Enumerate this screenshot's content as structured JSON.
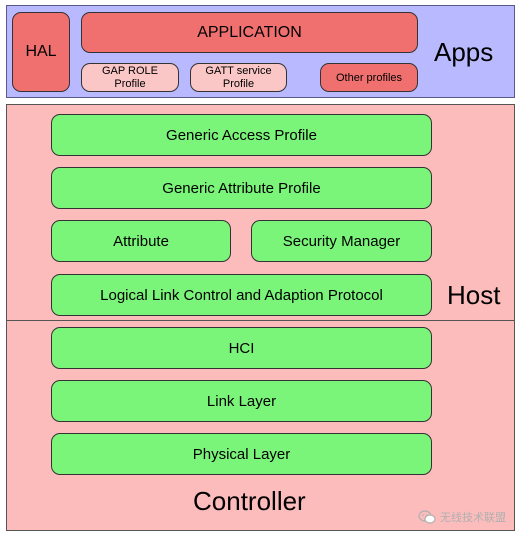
{
  "apps": {
    "label": "Apps",
    "hal": "HAL",
    "application": "APPLICATION",
    "gap_role_profile": "GAP ROLE\nProfile",
    "gatt_service_profile": "GATT service\nProfile",
    "other_profiles": "Other profiles"
  },
  "host": {
    "label": "Host",
    "generic_access_profile": "Generic Access Profile",
    "generic_attribute_profile": "Generic Attribute Profile",
    "attribute": "Attribute",
    "security_manager": "Security Manager",
    "l2cap": "Logical Link Control and Adaption Protocol"
  },
  "controller": {
    "label": "Controller",
    "hci": "HCI",
    "link_layer": "Link Layer",
    "physical_layer": "Physical Layer"
  },
  "watermark": {
    "text": "无线技术联盟",
    "icon": "wechat-icon"
  },
  "colors": {
    "apps_background": "#b9b9ff",
    "stack_background": "#fdbcbc",
    "red_block": "#f07070",
    "pink_block": "#fbc6c6",
    "green_block": "#7af57a"
  }
}
